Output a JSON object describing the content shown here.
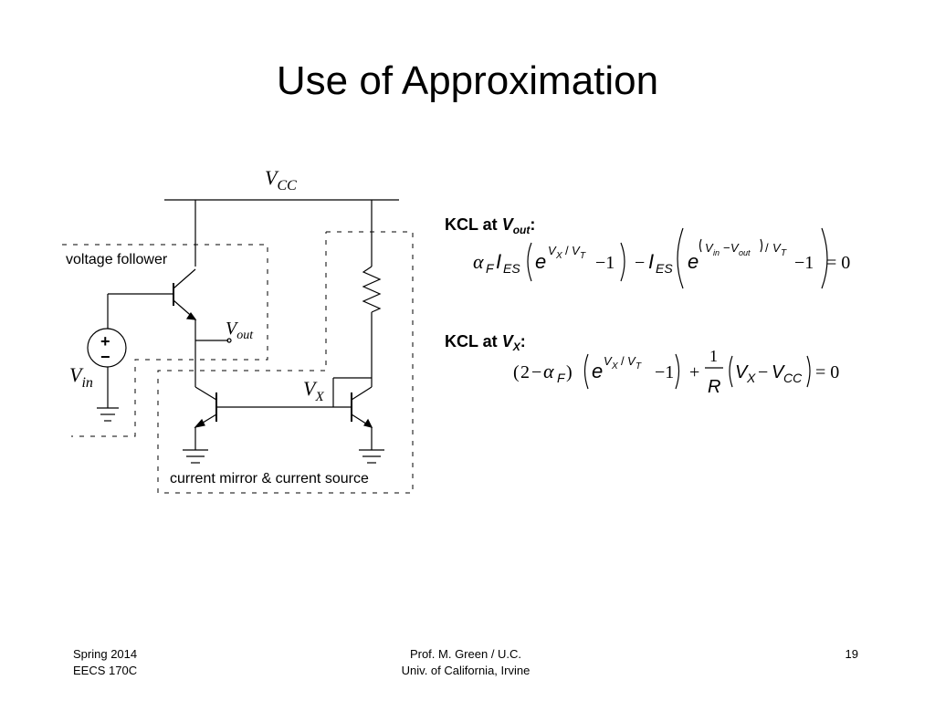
{
  "slide": {
    "title": "Use of Approximation"
  },
  "circuit": {
    "vcc_main": "V",
    "vcc_sub": "CC",
    "voltage_follower_label": "voltage follower",
    "vout_main": "V",
    "vout_sub": "out",
    "vin_main": "V",
    "vin_sub": "in",
    "vx_main": "V",
    "vx_sub": "X",
    "source_plus": "+",
    "source_minus": "−",
    "mirror_label": "current mirror & current source"
  },
  "equations": {
    "kcl_vout_prefix": "KCL at ",
    "kcl_vout_var": "V",
    "kcl_vout_sub": "out",
    "kcl_vout_suffix": ":",
    "kcl_vx_prefix": "KCL at ",
    "kcl_vx_var": "V",
    "kcl_vx_sub": "X",
    "kcl_vx_suffix": ":",
    "eq1": {
      "alpha": "α",
      "sub_F": "F",
      "I": "I",
      "sub_ES": "ES",
      "e": "e",
      "exp1": "V",
      "exp1_sub": "X",
      "slash": "/",
      "exp_VT": "V",
      "exp_VT_sub": "T",
      "minus_one": "−1",
      "minus": "−",
      "exp2_in": "V",
      "exp2_in_sub": "in",
      "exp2_minus": "−",
      "exp2_out": "V",
      "exp2_out_sub": "out",
      "equals_zero": "= 0"
    },
    "eq2": {
      "two": "2",
      "minus": "−",
      "alpha": "α",
      "sub_F": "F",
      "e": "e",
      "exp_VX": "V",
      "exp_VX_sub": "X",
      "slash": "/",
      "exp_VT": "V",
      "exp_VT_sub": "T",
      "minus_one": "−1",
      "plus": "+",
      "num": "1",
      "den": "R",
      "VX": "V",
      "VX_sub": "X",
      "VCC": "V",
      "VCC_sub": "CC",
      "equals_zero": "= 0"
    }
  },
  "footer": {
    "left_line1": "Spring 2014",
    "left_line2": "EECS 170C",
    "center_line1": "Prof. M. Green / U.C.",
    "center_line2": "Univ. of California, Irvine",
    "page_number": "19"
  }
}
